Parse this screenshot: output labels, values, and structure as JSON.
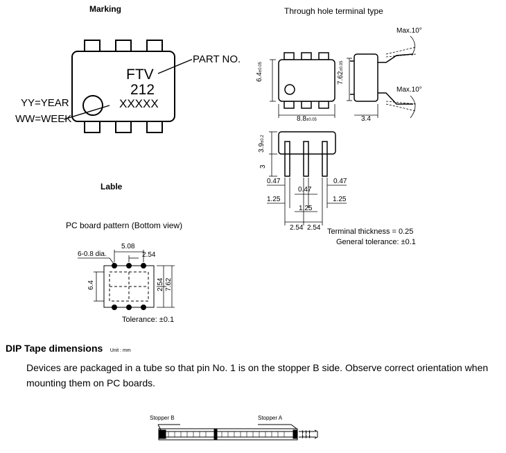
{
  "marking": {
    "title": "Marking",
    "part_label": "PART NO.",
    "line1": "FTV",
    "line2": "212",
    "line3": "XXXXX",
    "yy": "YY=YEAR",
    "ww": "WW=WEEK",
    "lable": "Lable"
  },
  "through_hole": {
    "title": "Through hole terminal type",
    "max_angle_top": "Max.10°",
    "max_angle_mid": "Max.10°",
    "dim_height": "6.4",
    "dim_height_tol": "±0.05",
    "dim_width": "8.8",
    "dim_width_tol": "±0.05",
    "dim_pitch_row": "7.62",
    "dim_pitch_row_tol": "±0.05",
    "dim_side": "3.4",
    "dim_body_h": "3.9",
    "dim_body_h_tol": "±0.2",
    "dim_lead_len": "3",
    "dim_lead_w_left": "0.47",
    "dim_lead_w_mid": "0.47",
    "dim_lead_w_right": "0.47",
    "dim_shoulder_left": "1.25",
    "dim_shoulder_mid": "1.25",
    "dim_shoulder_right": "1.25",
    "dim_pitch_left": "2.54",
    "dim_pitch_right": "2.54",
    "terminal_thickness": "Terminal thickness = 0.25",
    "general_tolerance": "General tolerance: ±0.1"
  },
  "pcb": {
    "title": "PC board pattern (Bottom view)",
    "holes": "6-0.8 dia.",
    "dim_span": "5.08",
    "dim_pitch": "2.54",
    "dim_height_left": "6.4",
    "dim_row_pitch": "2.54",
    "dim_row_span": "7.62",
    "tolerance": "Tolerance: ±0.1"
  },
  "tape": {
    "heading": "DIP Tape dimensions",
    "unit": "Unit : mm",
    "paragraph_line1": "Devices are packaged in a tube so that pin No. 1 is on the stopper B side. Observe correct orientation when",
    "paragraph_line2": "mounting them on PC boards.",
    "stopper_b": "Stopper B",
    "stopper_a": "Stopper A"
  }
}
